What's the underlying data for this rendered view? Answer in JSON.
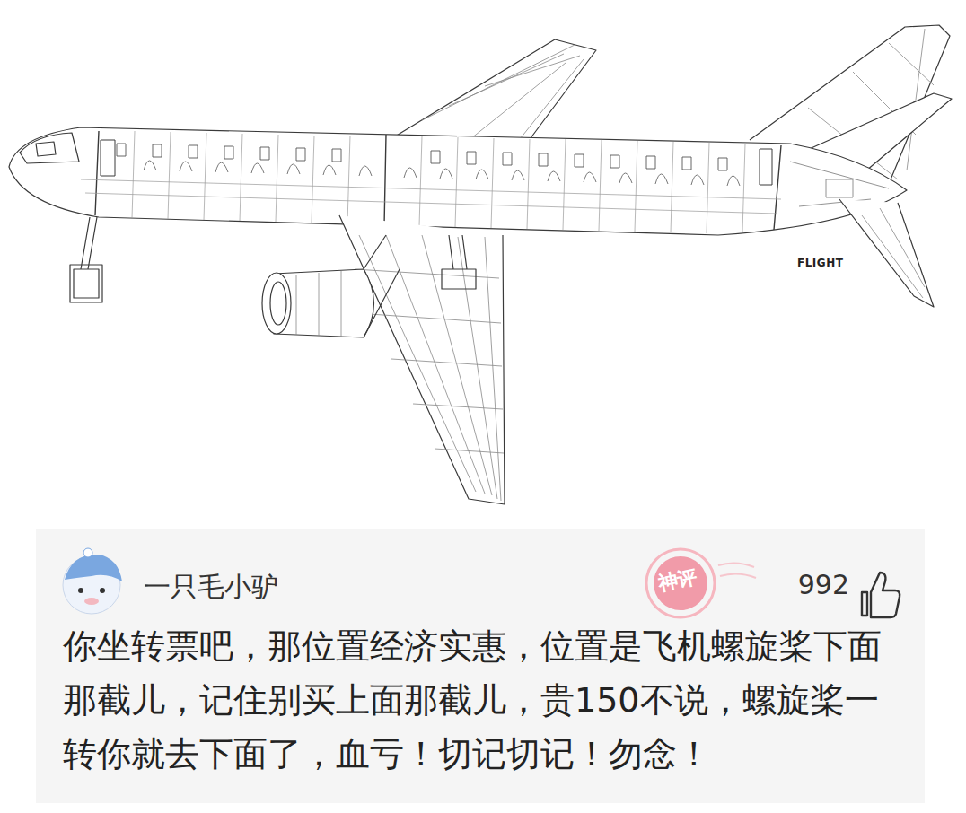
{
  "diagram": {
    "nodes": [
      {
        "text": [
          "一只毛小驴",
          "992",
          "你坐转票吧，那位置经济实惠，位置是飞机螺旋桨下面那截儿，记住别买上面那截儿，贵150不说，螺旋桨一转你就去下面了，血亏！切记切记！勿念！"
        ]
      }
    ],
    "labels": [
      "FLIGHT",
      "神评"
    ]
  }
}
